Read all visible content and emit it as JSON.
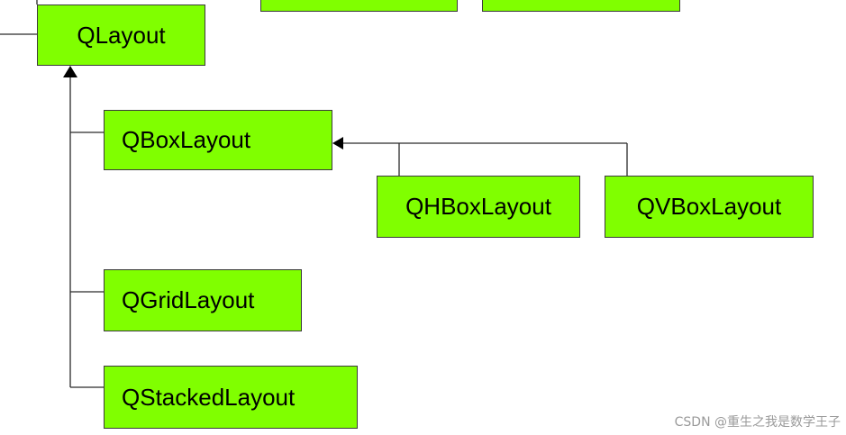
{
  "diagram": {
    "nodes": {
      "top_left_partial": "",
      "top_right_partial": "",
      "qlayout": "QLayout",
      "qboxlayout": "QBoxLayout",
      "qhboxlayout": "QHBoxLayout",
      "qvboxlayout": "QVBoxLayout",
      "qgridlayout": "QGridLayout",
      "qstackedlayout": "QStackedLayout"
    },
    "edges": [
      {
        "from": "QBoxLayout",
        "to": "QLayout"
      },
      {
        "from": "QGridLayout",
        "to": "QLayout"
      },
      {
        "from": "QStackedLayout",
        "to": "QLayout"
      },
      {
        "from": "QHBoxLayout",
        "to": "QBoxLayout"
      },
      {
        "from": "QVBoxLayout",
        "to": "QBoxLayout"
      }
    ],
    "colors": {
      "node_fill": "#80ff00",
      "node_border": "#3a3a3a",
      "line": "#2a2a2a"
    }
  },
  "watermark": "CSDN @重生之我是数学王子"
}
